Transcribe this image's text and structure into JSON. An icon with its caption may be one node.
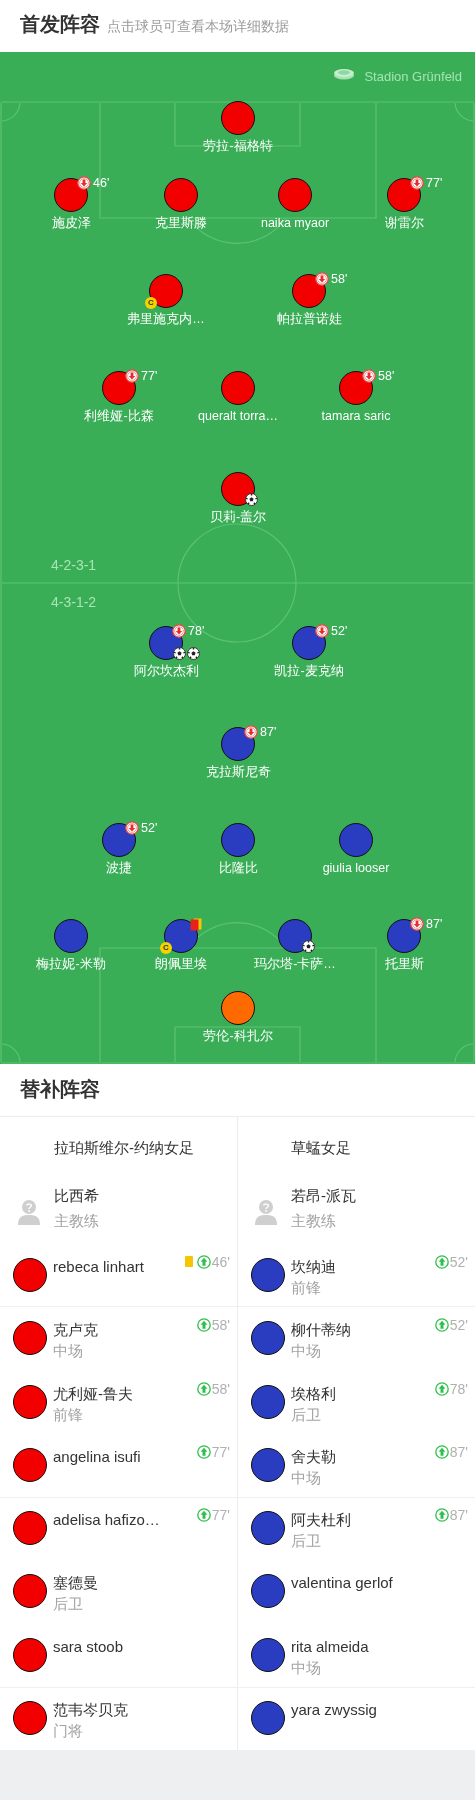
{
  "diagram": {
    "title": "首发阵容",
    "nodes": [
      {
        "text": [
          "Stadion Grünfeld"
        ]
      },
      {
        "text": [
          "劳拉-福格特"
        ],
        "in": 0
      },
      {
        "text": [
          "施皮泽"
        ],
        "beside": [
          "46'"
        ],
        "in": 0
      },
      {
        "text": [
          "克里斯滕"
        ],
        "in": 0
      },
      {
        "text": [
          "naika myaor"
        ],
        "in": 0
      },
      {
        "text": [
          "谢雷尔"
        ],
        "beside": [
          "77'"
        ],
        "in": 0
      },
      {
        "text": [
          "C",
          "弗里施克内…"
        ],
        "in": 0
      },
      {
        "text": [
          "帕拉普诺娃"
        ],
        "beside": [
          "58'"
        ],
        "in": 0
      },
      {
        "text": [
          "利维娅-比森"
        ],
        "beside": [
          "77'"
        ],
        "in": 0
      },
      {
        "text": [
          "queralt torra…"
        ],
        "in": 0
      },
      {
        "text": [
          "tamara saric"
        ],
        "beside": [
          "58'"
        ],
        "in": 0
      },
      {
        "text": [
          "贝莉-盖尔"
        ],
        "in": 0
      },
      {
        "text": [
          "阿尔坎杰利"
        ],
        "beside": [
          "78'"
        ],
        "in": 0
      },
      {
        "text": [
          "凯拉-麦克纳"
        ],
        "beside": [
          "52'"
        ],
        "in": 0
      },
      {
        "text": [
          "克拉斯尼奇"
        ],
        "beside": [
          "87'"
        ],
        "in": 0
      },
      {
        "text": [
          "波捷"
        ],
        "beside": [
          "52'"
        ],
        "in": 0
      },
      {
        "text": [
          "比隆比"
        ],
        "in": 0
      },
      {
        "text": [
          "giulia looser"
        ],
        "in": 0
      },
      {
        "text": [
          "梅拉妮-米勒"
        ],
        "in": 0
      },
      {
        "text": [
          "C",
          "朗佩里埃"
        ],
        "in": 0
      },
      {
        "text": [
          "玛尔塔-卡萨…"
        ],
        "in": 0
      },
      {
        "text": [
          "托里斯"
        ],
        "beside": [
          "87'"
        ],
        "in": 0
      },
      {
        "text": [
          "劳伦-科扎尔"
        ],
        "in": 0
      },
      {
        "text": [
          "rebeca linhart"
        ],
        "beside": [
          "46'"
        ]
      },
      {
        "text": [
          "坎纳迪",
          "前锋"
        ],
        "beside": [
          "52'"
        ]
      },
      {
        "text": [
          "克卢克",
          "中场"
        ],
        "beside": [
          "58'"
        ]
      },
      {
        "text": [
          "柳什蒂纳",
          "中场"
        ],
        "beside": [
          "52'"
        ]
      },
      {
        "text": [
          "尤利娅-鲁夫",
          "前锋"
        ],
        "beside": [
          "58'"
        ]
      },
      {
        "text": [
          "埃格利",
          "后卫"
        ],
        "beside": [
          "78'"
        ]
      },
      {
        "text": [
          "angelina isufi"
        ],
        "beside": [
          "77'"
        ]
      },
      {
        "text": [
          "舍夫勒",
          "中场"
        ],
        "beside": [
          "87'"
        ]
      },
      {
        "text": [
          "adelisa hafizo…"
        ],
        "beside": [
          "77'"
        ]
      },
      {
        "text": [
          "阿夫杜利",
          "后卫"
        ],
        "beside": [
          "87'"
        ]
      },
      {
        "text": [
          "塞德曼",
          "后卫"
        ]
      },
      {
        "text": [
          "valentina gerlof"
        ]
      },
      {
        "text": [
          "sara stoob"
        ]
      },
      {
        "text": [
          "rita almeida",
          "中场"
        ]
      },
      {
        "text": [
          "范韦岑贝克",
          "门将"
        ]
      },
      {
        "text": [
          "yara zwyssig"
        ]
      }
    ],
    "labels": [
      "点击球员可查看本场详细数据",
      "4-2-3-1",
      "4-3-1-2",
      "替补阵容",
      "拉珀斯维尔-约纳女足",
      "草蜢女足",
      "比西希",
      "主教练",
      "若昂-派瓦",
      "主教练"
    ]
  }
}
